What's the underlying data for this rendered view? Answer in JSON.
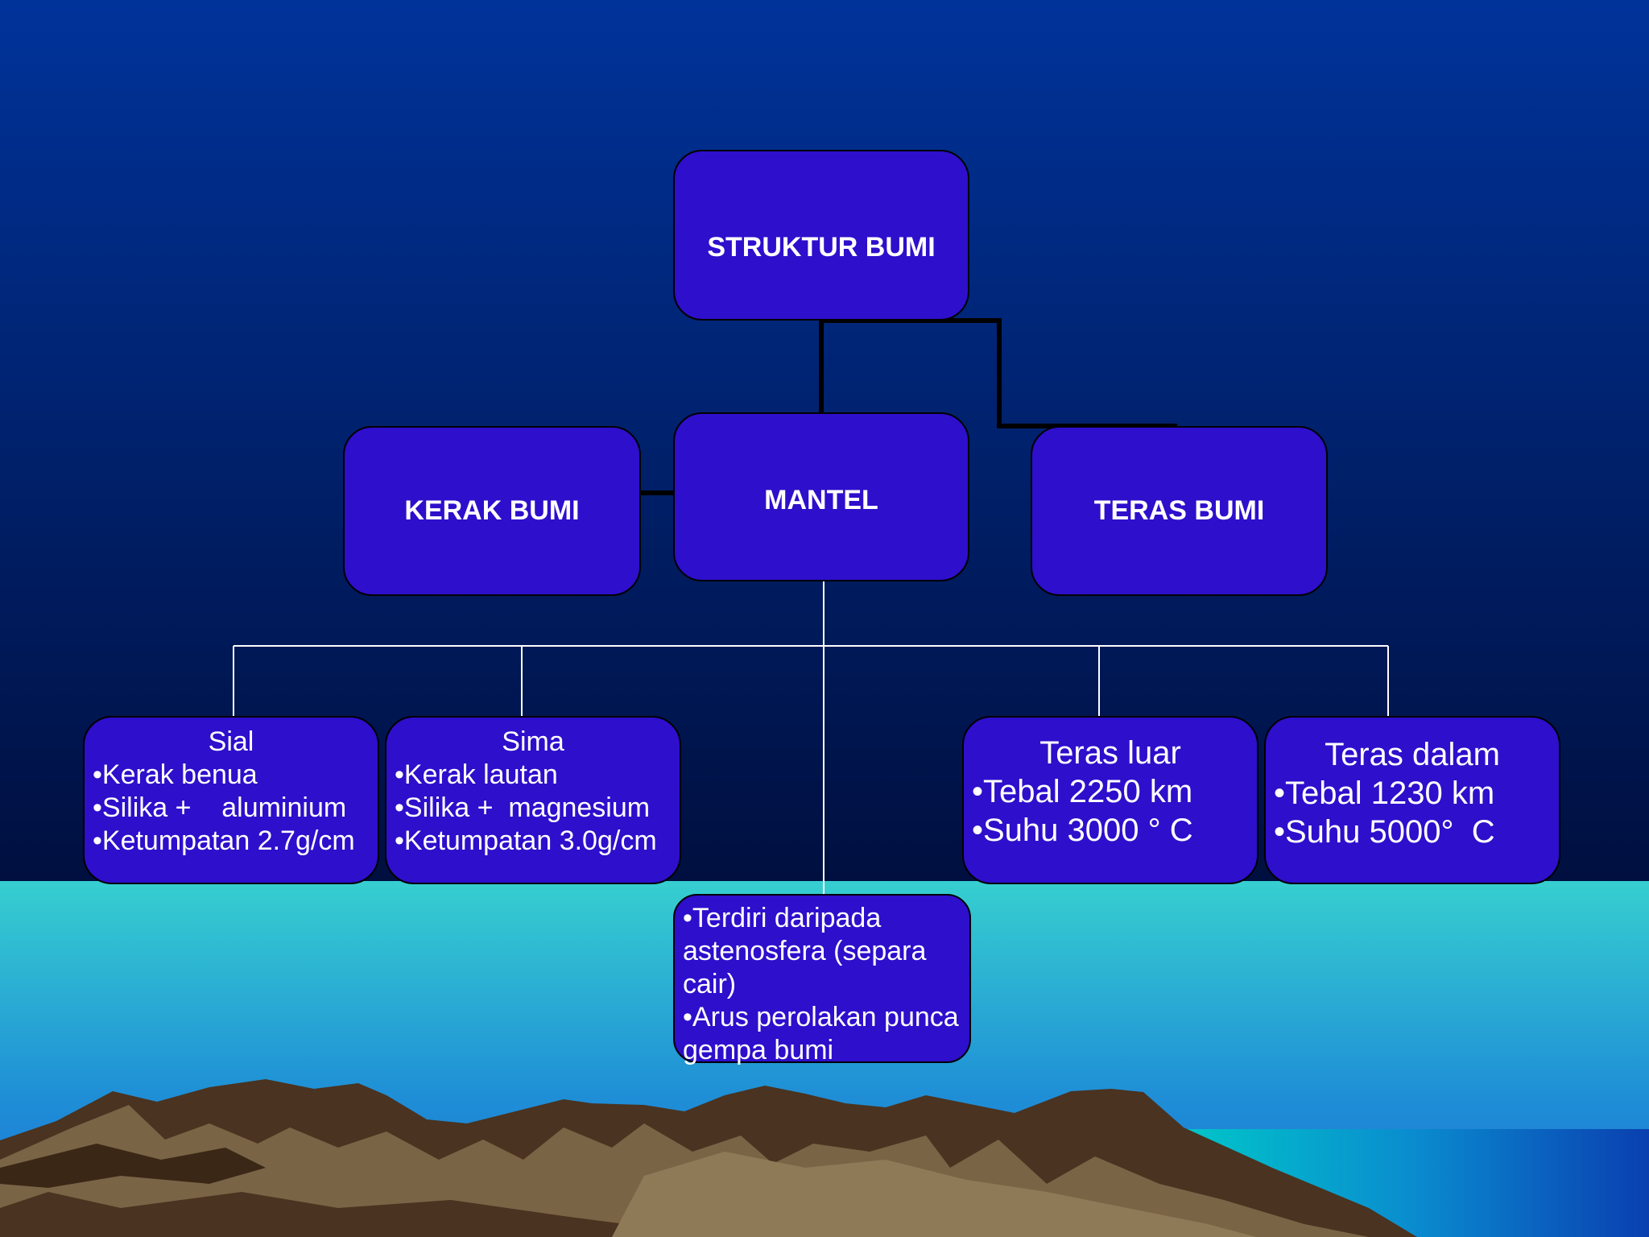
{
  "colors": {
    "sky_top": "#003399",
    "sky_bottom": "#000f40",
    "sea": "#33cccc",
    "box_fill": "#2d0fcc",
    "mountain": "#5c4228"
  },
  "nodes": {
    "root": "STRUKTUR BUMI",
    "kerak": "KERAK BUMI",
    "mantel": "MANTEL",
    "teras": "TERAS BUMI"
  },
  "details": {
    "sial": {
      "title": "Sial",
      "items": [
        "•Kerak benua",
        "•Silika +    aluminium",
        "•Ketumpatan 2.7g/cm"
      ]
    },
    "sima": {
      "title": "Sima",
      "items": [
        "•Kerak lautan",
        "•Silika +  magnesium",
        "•Ketumpatan 3.0g/cm"
      ]
    },
    "teras_luar": {
      "title": "Teras luar",
      "items": [
        "•Tebal 2250 km",
        "•Suhu 3000 ° C"
      ]
    },
    "teras_dalam": {
      "title": "Teras dalam",
      "items": [
        "•Tebal 1230 km",
        "•Suhu 5000°  C"
      ]
    },
    "mantel_detail": {
      "items": [
        "•Terdiri daripada",
        "astenosfera (separa",
        "cair)",
        "•Arus perolakan punca",
        "gempa bumi"
      ]
    }
  }
}
